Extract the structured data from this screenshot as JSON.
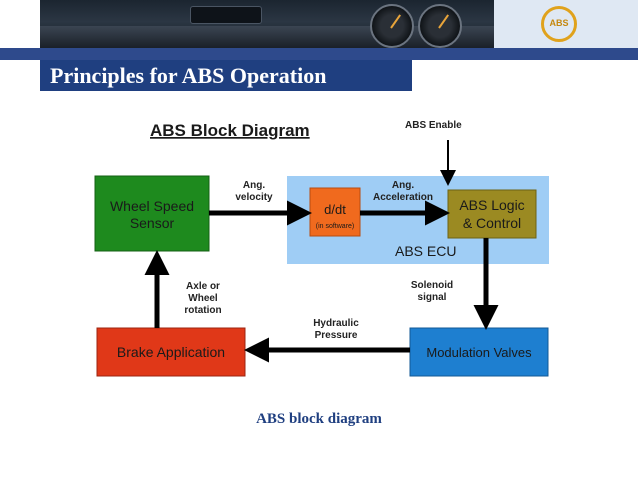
{
  "slide": {
    "title": "Principles for ABS Operation",
    "caption": "ABS block diagram",
    "logo_text": "ABS"
  },
  "diagram": {
    "title": "ABS Block Diagram",
    "ecu_label": "ABS ECU",
    "blocks": {
      "wheel_speed": [
        "Wheel Speed",
        "Sensor"
      ],
      "ddt": "d/dt",
      "ddt_sub": "(in software)",
      "abs_logic": [
        "ABS Logic",
        "& Control"
      ],
      "modulation": "Modulation Valves",
      "brake": "Brake Application"
    },
    "labels": {
      "abs_enable": "ABS Enable",
      "ang_velocity": [
        "Ang.",
        "velocity"
      ],
      "ang_acceleration": [
        "Ang.",
        "Acceleration"
      ],
      "solenoid": [
        "Solenoid",
        "signal"
      ],
      "hydraulic": [
        "Hydraulic",
        "Pressure"
      ],
      "axle": [
        "Axle or",
        "Wheel",
        "rotation"
      ]
    },
    "colors": {
      "wheel_speed": "#1e8a1e",
      "ddt": "#f06a1e",
      "abs_logic": "#9b8a22",
      "modulation": "#1e7fd0",
      "brake": "#e03818",
      "ecu_bg": "#9fcdf5"
    }
  }
}
